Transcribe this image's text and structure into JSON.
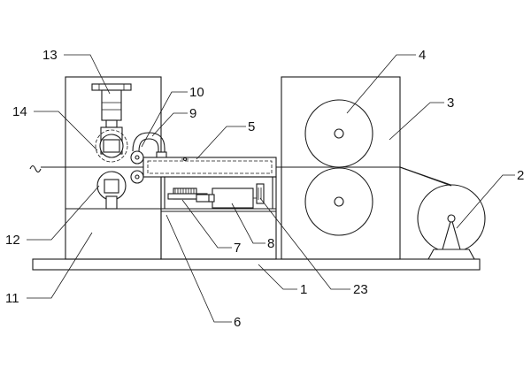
{
  "labels": {
    "l1": "1",
    "l2": "2",
    "l3": "3",
    "l4": "4",
    "l5": "5",
    "l6": "6",
    "l7": "7",
    "l8": "8",
    "l9": "9",
    "l10": "10",
    "l11": "11",
    "l12": "12",
    "l13": "13",
    "l14": "14",
    "l23": "23"
  },
  "colors": {
    "line": "#1a1a1a",
    "background": "#ffffff"
  }
}
